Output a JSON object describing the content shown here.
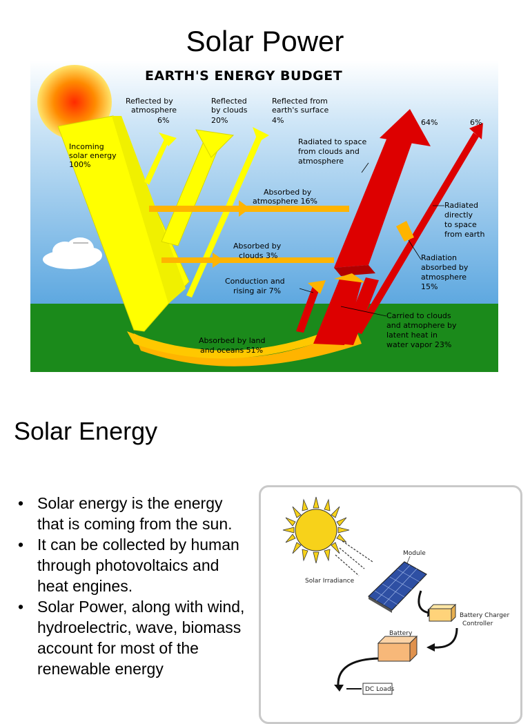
{
  "slide1": {
    "title": "Solar Power",
    "diagram": {
      "heading": "EARTH'S ENERGY BUDGET",
      "labels": {
        "incoming_1": "Incoming",
        "incoming_2": "solar energy",
        "incoming_3": "100%",
        "refl_atm_1": "Reflected by",
        "refl_atm_2": "atmosphere",
        "refl_atm_3": "6%",
        "refl_clouds_1": "Reflected",
        "refl_clouds_2": "by clouds",
        "refl_clouds_3": "20%",
        "refl_surface_1": "Reflected from",
        "refl_surface_2": "earth's surface",
        "refl_surface_3": "4%",
        "pct_64": "64%",
        "pct_6": "6%",
        "rad_space_1": "Radiated to space",
        "rad_space_2": "from clouds and",
        "rad_space_3": "atmosphere",
        "abs_atm_1": "Absorbed by",
        "abs_atm_2": "atmosphere 16%",
        "rad_direct_1": "Radiated",
        "rad_direct_2": "directly",
        "rad_direct_3": "to space",
        "rad_direct_4": "from earth",
        "abs_clouds_1": "Absorbed by",
        "abs_clouds_2": "clouds 3%",
        "rad_abs_1": "Radiation",
        "rad_abs_2": "absorbed by",
        "rad_abs_3": "atmosphere",
        "rad_abs_4": "15%",
        "conduction_1": "Conduction and",
        "conduction_2": "rising air 7%",
        "carried_1": "Carried to clouds",
        "carried_2": "and atmophere by",
        "carried_3": "latent heat in",
        "carried_4": "water vapor 23%",
        "abs_land_1": "Absorbed by land",
        "abs_land_2": "and oceans 51%"
      }
    }
  },
  "slide2": {
    "title": "Solar Energy",
    "bullets": [
      "Solar energy is the energy that is coming from the sun.",
      "It can be collected by human through photovoltaics and heat engines.",
      "Solar Power, along with wind, hydroelectric, wave, biomass account for most of the renewable energy"
    ],
    "panel": {
      "module": "Module",
      "solar_irradiance": "Solar Irradiance",
      "charger_1": "Battery Charger",
      "charger_2": "Controller",
      "battery": "Battery",
      "dc_loads": "DC Loads"
    }
  },
  "colors": {
    "sky": "#6fb2e4",
    "ground": "#1b8a1b",
    "sunlight": "#ffff00",
    "absorbed": "#ffb400",
    "infrared": "#dd0000"
  }
}
